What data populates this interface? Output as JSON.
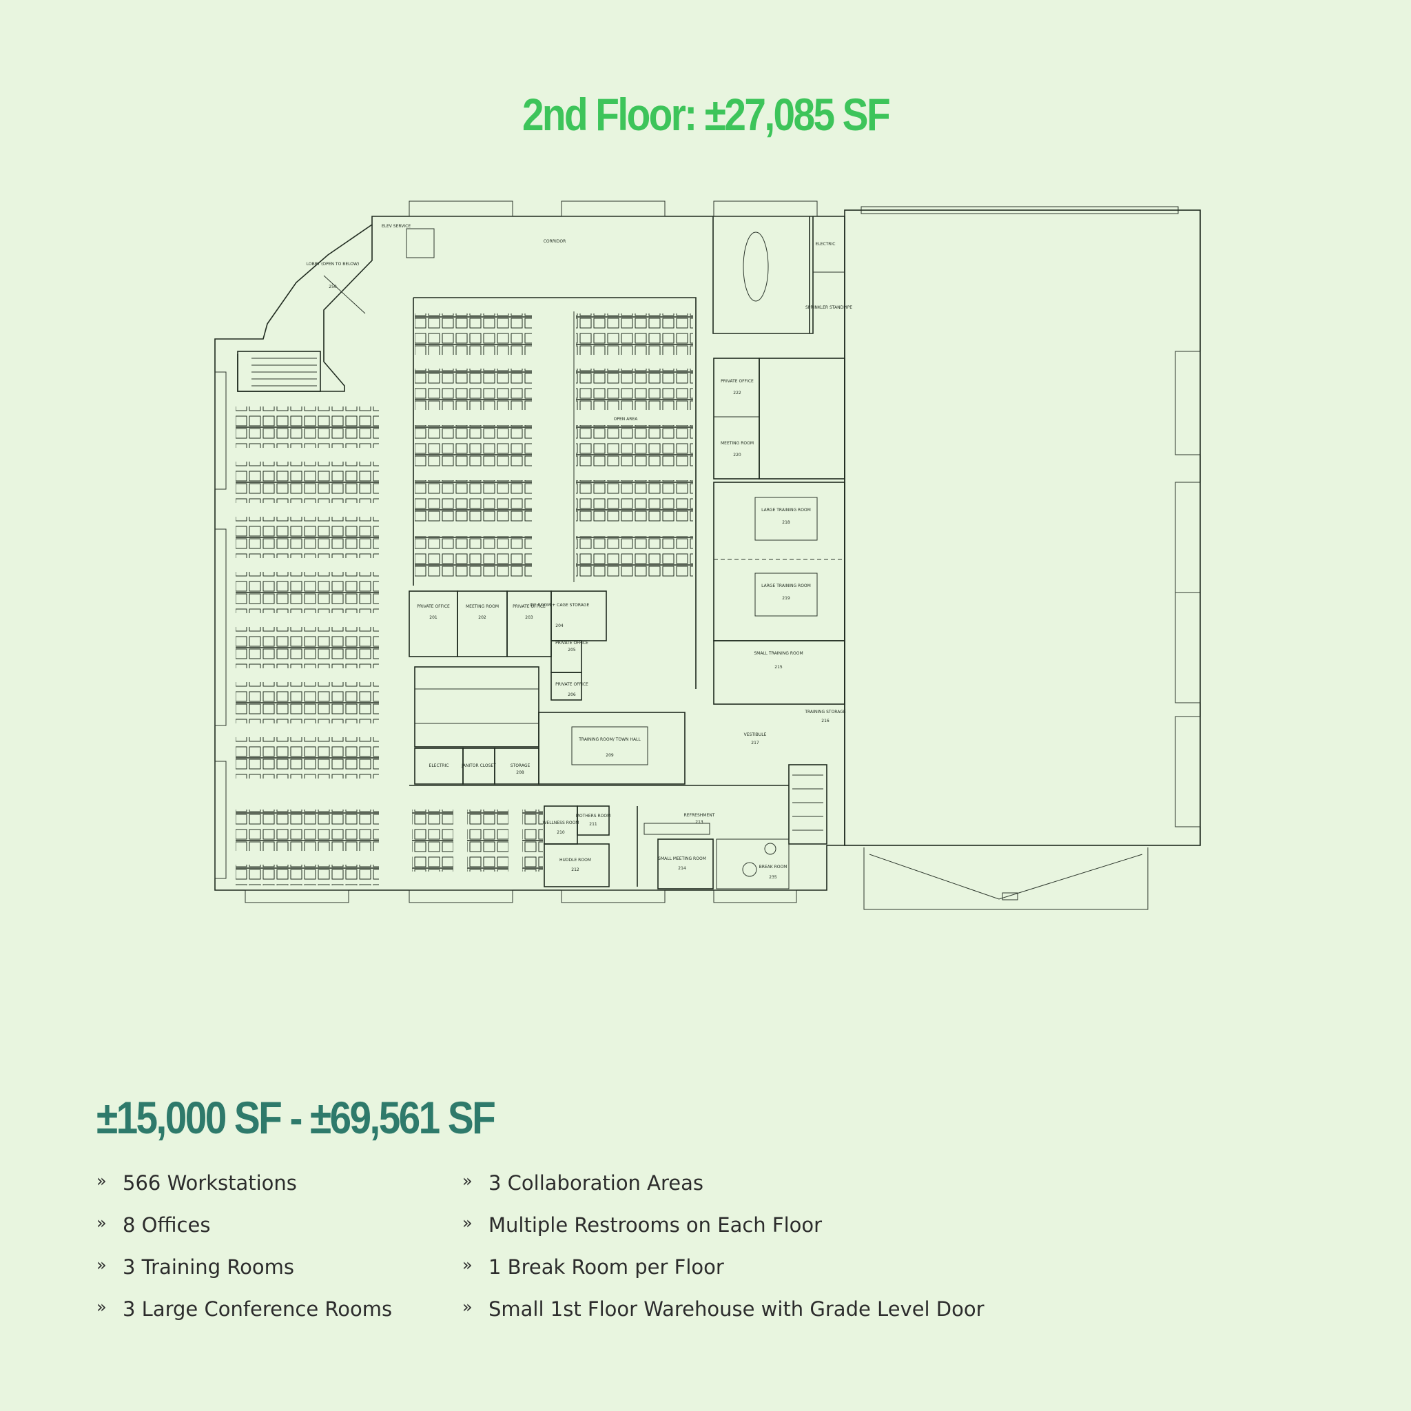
{
  "heading": "2nd Floor: ±27,085 SF",
  "floorplan": {
    "rooms": {
      "elev_service": "ELEV SERVICE",
      "lobby": "LOBBY (OPEN TO BELOW)",
      "lobby_num": "250",
      "corridor": "CORRIDOR",
      "electric_top": "ELECTRIC",
      "sprinkler": "SPRINKLER STANDPIPE",
      "private_office_222": "PRIVATE OFFICE",
      "num_222": "222",
      "meeting_room_220": "MEETING ROOM",
      "num_220": "220",
      "open_area": "OPEN AREA",
      "large_training_a": "LARGE TRAINING ROOM",
      "num_a": "218",
      "large_training_b": "LARGE TRAINING ROOM",
      "num_b": "219",
      "small_training": "SMALL TRAINING ROOM",
      "num_small": "215",
      "training_storage": "TRAINING STORAGE",
      "num_storage": "216",
      "vestibule": "VESTIBULE",
      "num_vest": "217",
      "private_office_201": "PRIVATE OFFICE",
      "num_201": "201",
      "meeting_room_202": "MEETING ROOM",
      "num_202": "202",
      "private_office_203": "PRIVATE OFFICE",
      "num_203": "203",
      "idf_room": "IDF ROOM + CAGE STORAGE",
      "num_idf": "204",
      "private_office_205": "PRIVATE OFFICE",
      "num_205": "205",
      "private_office_206": "PRIVATE OFFICE",
      "num_206": "206",
      "town_hall": "TRAINING ROOM/ TOWN HALL",
      "num_th": "209",
      "electric_bottom": "ELECTRIC",
      "janitor": "JANITOR CLOSET",
      "storage": "STORAGE",
      "num_st": "208",
      "wellness": "WELLNESS ROOM",
      "num_wellness": "210",
      "mothers": "MOTHERS ROOM",
      "num_mothers": "211",
      "huddle": "HUDDLE ROOM",
      "num_huddle": "212",
      "refreshment": "REFRESHMENT",
      "num_ref": "213",
      "small_meeting": "SMALL MEETING ROOM",
      "num_sm": "214",
      "break_room": "BREAK ROOM",
      "num_br": "235"
    }
  },
  "size_range": "±15,000 SF - ±69,561 SF",
  "bullet_glyph": "»",
  "features_left": [
    "566 Workstations",
    "8 Offices",
    "3 Training Rooms",
    "3 Large Conference Rooms"
  ],
  "features_right": [
    "3 Collaboration Areas",
    "Multiple Restrooms on Each Floor",
    "1 Break Room per Floor",
    "Small 1st Floor Warehouse with Grade Level Door"
  ],
  "colors": {
    "background": "#e8f5df",
    "heading": "#3dc45a",
    "range": "#2e7a6b",
    "text": "#2c2c2c"
  }
}
